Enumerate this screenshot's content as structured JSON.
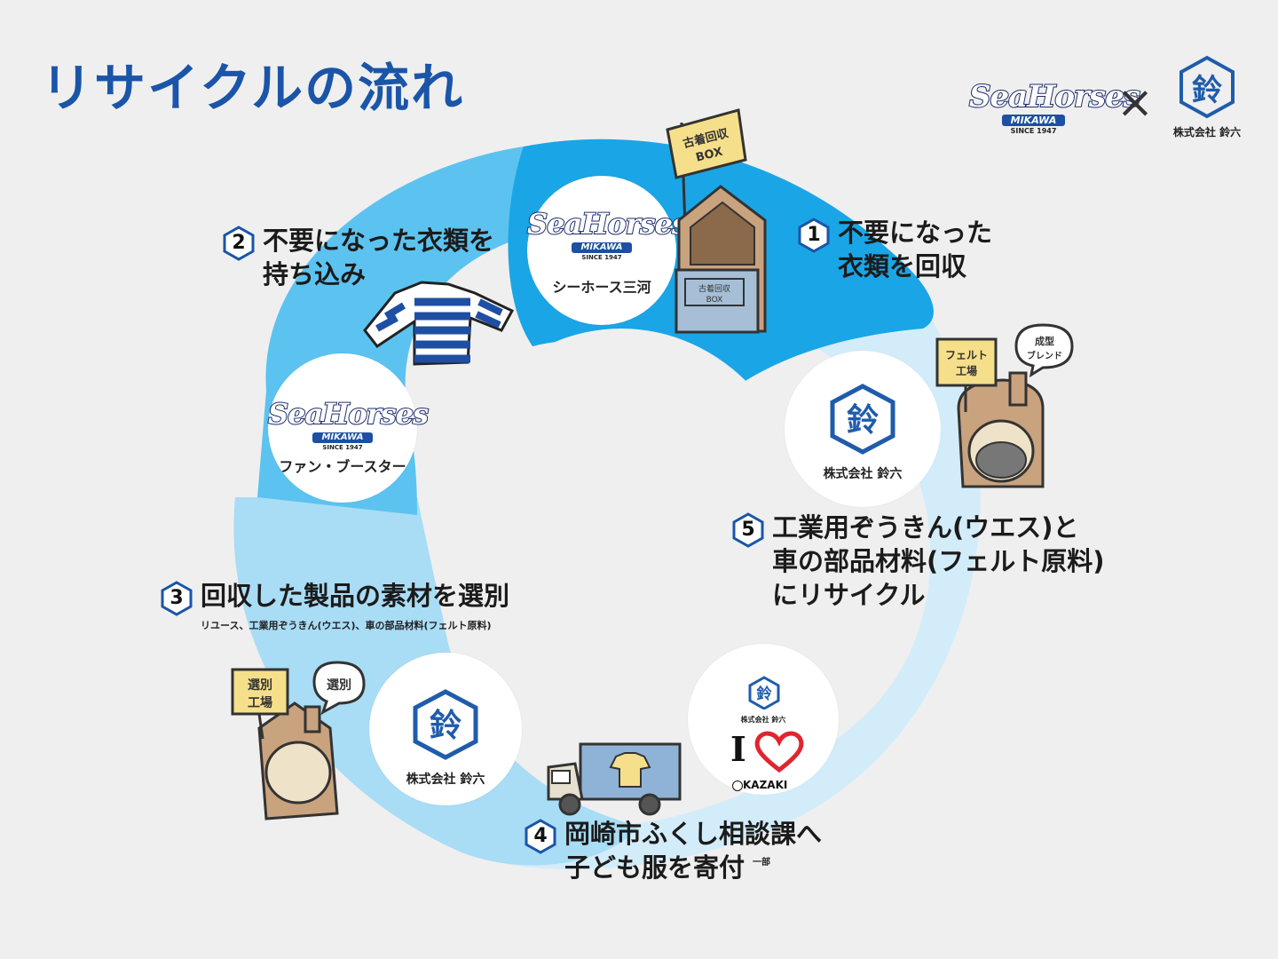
{
  "title": "リサイクルの流れ",
  "partner": {
    "seahorses_word": "SeaHorses",
    "seahorses_sub": "MIKAWA",
    "seahorses_since": "SINCE 1947",
    "cross": "×",
    "suzuroku_kanji": "鈴",
    "suzuroku_name": "株式会社 鈴六"
  },
  "circles": {
    "top": {
      "label": "シーホース三河"
    },
    "left": {
      "label": "ファン・ブースター"
    },
    "right": {
      "label": "株式会社 鈴六"
    },
    "bottom_left": {
      "label": "株式会社 鈴六"
    },
    "bottom_right": {
      "suzuroku_name": "株式会社 鈴六",
      "okazaki_i": "I",
      "okazaki_text": "KAZAKI"
    }
  },
  "steps": [
    {
      "num": "1",
      "lines": [
        "不要になった",
        "衣類を回収"
      ]
    },
    {
      "num": "2",
      "lines": [
        "不要になった衣類を",
        "持ち込み"
      ]
    },
    {
      "num": "3",
      "lines": [
        "回収した製品の素材を選別"
      ],
      "note": "リユース、工業用ぞうきん(ウエス)、車の部品材料(フェルト原料)"
    },
    {
      "num": "4",
      "lines": [
        "岡崎市ふくし相談課へ",
        "子ども服を寄付"
      ],
      "suffix": "一部"
    },
    {
      "num": "5",
      "lines": [
        "工業用ぞうきん(ウエス)と",
        "車の部品材料(フェルト原料)",
        "にリサイクル"
      ]
    }
  ],
  "illustrations": {
    "flag_text": "古着回収 BOX",
    "box_text": "古着回収 BOX",
    "felt_sign": "フェルト 工場",
    "felt_bubble": "成型 ブレンド",
    "sort_sign": "選別 工場",
    "sort_bubble": "選別"
  },
  "colors": {
    "title": "#1a55a8",
    "ring_dark": "#1aa5e6",
    "ring_mid": "#5cc3f0",
    "ring_light": "#a9dcf5",
    "ring_pale": "#d3ecfa",
    "background": "#efefef"
  }
}
